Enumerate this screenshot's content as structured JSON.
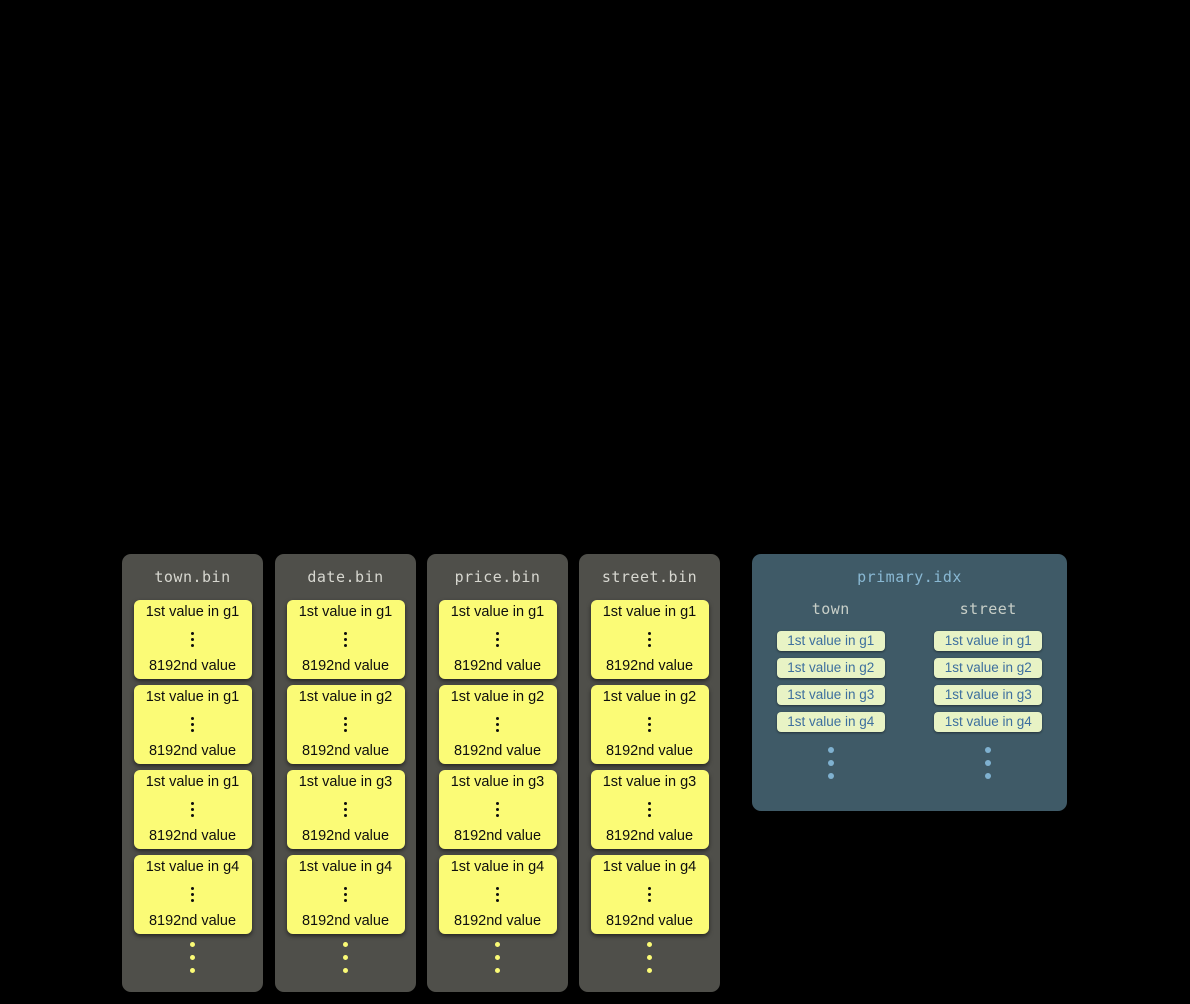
{
  "colors": {
    "background": "#000000",
    "bin_container": "#4f4f4a",
    "bin_header_text": "#d7d7d0",
    "granule_bg": "#fbfb76",
    "granule_text": "#0e0e0e",
    "idx_container": "#3f5a67",
    "idx_title_text": "#89b8d3",
    "idx_column_header_text": "#c8cfc8",
    "chip_bg": "#e8f3c5",
    "chip_text": "#3d6f9e",
    "dots_blue": "#7fb1d0"
  },
  "bin_files": [
    {
      "title": "town.bin",
      "granules": [
        {
          "first": "1st value in g1",
          "last": "8192nd value"
        },
        {
          "first": "1st value in g1",
          "last": "8192nd value"
        },
        {
          "first": "1st value in g1",
          "last": "8192nd value"
        },
        {
          "first": "1st value in g4",
          "last": "8192nd value"
        }
      ]
    },
    {
      "title": "date.bin",
      "granules": [
        {
          "first": "1st value in g1",
          "last": "8192nd value"
        },
        {
          "first": "1st value in g2",
          "last": "8192nd value"
        },
        {
          "first": "1st value in g3",
          "last": "8192nd value"
        },
        {
          "first": "1st value in g4",
          "last": "8192nd value"
        }
      ]
    },
    {
      "title": "price.bin",
      "granules": [
        {
          "first": "1st value in g1",
          "last": "8192nd value"
        },
        {
          "first": "1st value in g2",
          "last": "8192nd value"
        },
        {
          "first": "1st value in g3",
          "last": "8192nd value"
        },
        {
          "first": "1st value in g4",
          "last": "8192nd value"
        }
      ]
    },
    {
      "title": "street.bin",
      "granules": [
        {
          "first": "1st value in g1",
          "last": "8192nd value"
        },
        {
          "first": "1st value in g2",
          "last": "8192nd value"
        },
        {
          "first": "1st value in g3",
          "last": "8192nd value"
        },
        {
          "first": "1st value in g4",
          "last": "8192nd value"
        }
      ]
    }
  ],
  "primary_index": {
    "title": "primary.idx",
    "columns": [
      {
        "header": "town",
        "entries": [
          "1st value in g1",
          "1st value in g2",
          "1st value in g3",
          "1st value in g4"
        ]
      },
      {
        "header": "street",
        "entries": [
          "1st value in g1",
          "1st value in g2",
          "1st value in g3",
          "1st value in g4"
        ]
      }
    ]
  }
}
